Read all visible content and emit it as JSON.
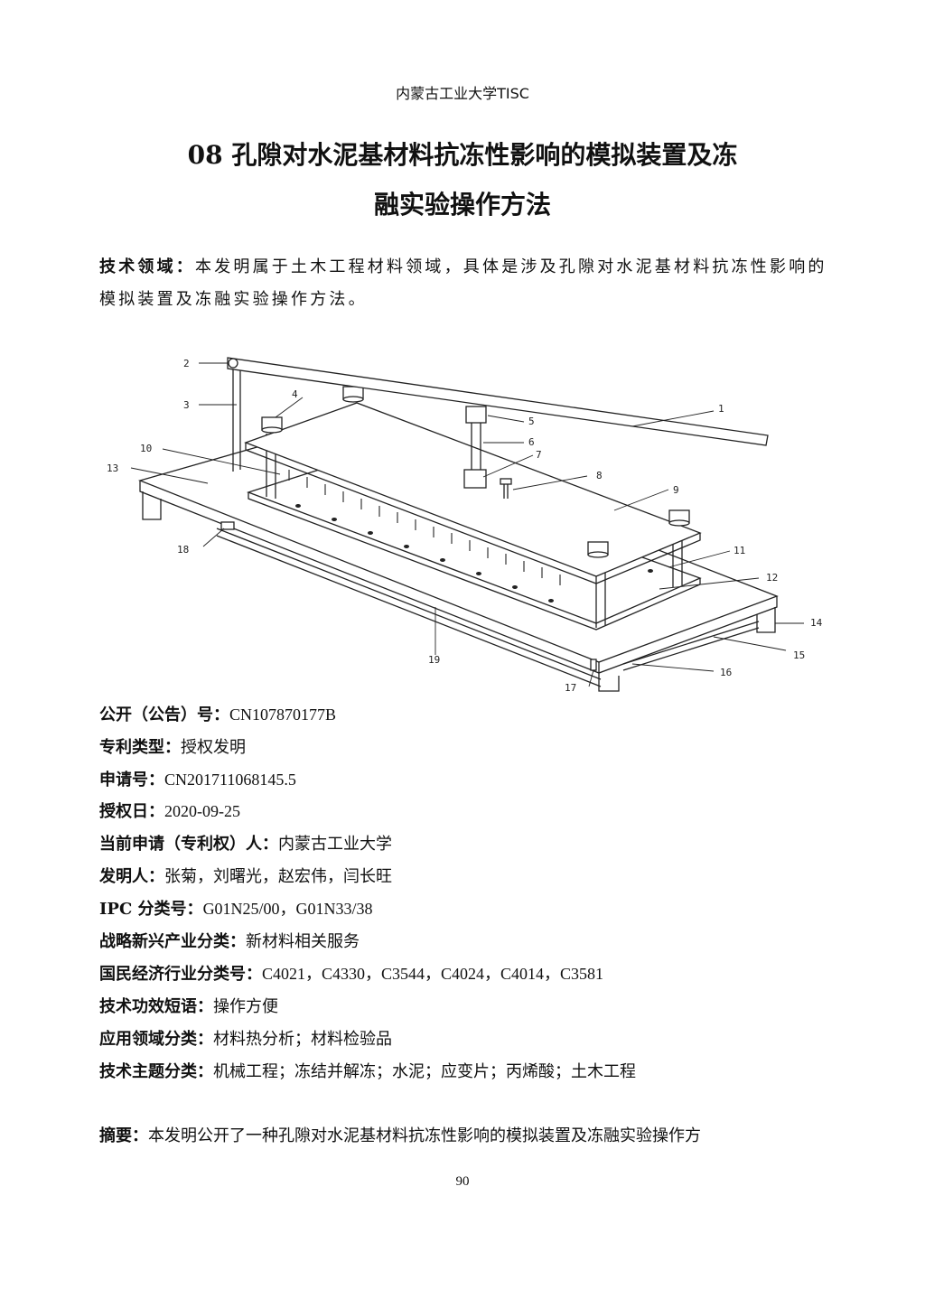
{
  "header": "内蒙古工业大学TISC",
  "title": [
    "08 孔隙对水泥基材料抗冻性影响的模拟装置及冻",
    "融实验操作方法"
  ],
  "tech_field": {
    "label": "技术领域：",
    "text": "本发明属于土木工程材料领域，具体是涉及孔隙对水泥基材料抗冻性影响的模拟装置及冻融实验操作方法。"
  },
  "figure": {
    "labels": [
      "1",
      "2",
      "3",
      "4",
      "5",
      "6",
      "7",
      "8",
      "9",
      "10",
      "11",
      "12",
      "13",
      "14",
      "15",
      "16",
      "17",
      "18",
      "19"
    ]
  },
  "meta": [
    {
      "key": "公开（公告）号：",
      "value": "CN107870177B"
    },
    {
      "key": "专利类型：",
      "value": "授权发明"
    },
    {
      "key": "申请号：",
      "value": "CN201711068145.5"
    },
    {
      "key": "授权日：",
      "value": "2020-09-25"
    },
    {
      "key": "当前申请（专利权）人：",
      "value": "内蒙古工业大学"
    },
    {
      "key": "发明人：",
      "value": "张菊，刘曙光，赵宏伟，闫长旺"
    },
    {
      "key": "IPC 分类号：",
      "value": "G01N25/00，G01N33/38"
    },
    {
      "key": "战略新兴产业分类：",
      "value": "新材料相关服务"
    },
    {
      "key": "国民经济行业分类号：",
      "value": "C4021，C4330，C3544，C4024，C4014，C3581"
    },
    {
      "key": "技术功效短语：",
      "value": "操作方便"
    },
    {
      "key": "应用领域分类：",
      "value": "材料热分析；材料检验品"
    },
    {
      "key": "技术主题分类：",
      "value": "机械工程；冻结并解冻；水泥；应变片；丙烯酸；土木工程"
    }
  ],
  "abstract": {
    "label": "摘要：",
    "text": "本发明公开了一种孔隙对水泥基材料抗冻性影响的模拟装置及冻融实验操作方"
  },
  "page_number": "90"
}
